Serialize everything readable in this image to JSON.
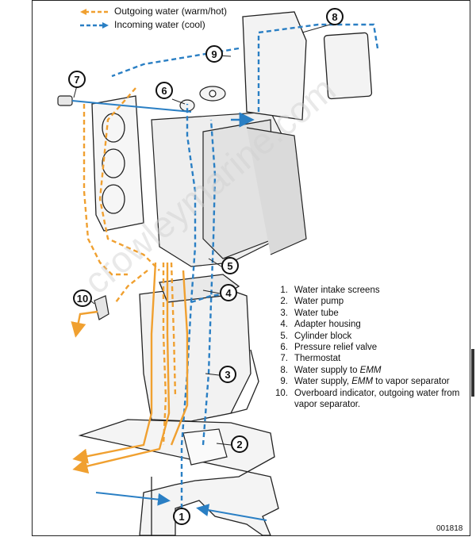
{
  "legend": {
    "outgoing": "Outgoing water (warm/hot)",
    "incoming": "Incoming water (cool)"
  },
  "colors": {
    "outgoing": "#f0a030",
    "incoming": "#2a7fc4",
    "outline": "#222222",
    "water_mark": "#cfcfcf"
  },
  "callouts": [
    "1",
    "2",
    "3",
    "4",
    "5",
    "6",
    "7",
    "8",
    "9",
    "10"
  ],
  "parts": [
    {
      "num": "1.",
      "text": "Water intake screens"
    },
    {
      "num": "2.",
      "text": "Water pump"
    },
    {
      "num": "3.",
      "text": "Water tube"
    },
    {
      "num": "4.",
      "text": "Adapter housing"
    },
    {
      "num": "5.",
      "text": "Cylinder block"
    },
    {
      "num": "6.",
      "text": "Pressure relief valve"
    },
    {
      "num": "7.",
      "text": "Thermostat"
    },
    {
      "num": "8.",
      "text": "Water supply to EMM"
    },
    {
      "num": "9.",
      "text": "Water supply, EMM to vapor separator"
    },
    {
      "num": "10.",
      "text": "Overboard indicator, outgoing water from vapor separator."
    }
  ],
  "figure_number": "001818",
  "watermark": "crowleymarine.com"
}
